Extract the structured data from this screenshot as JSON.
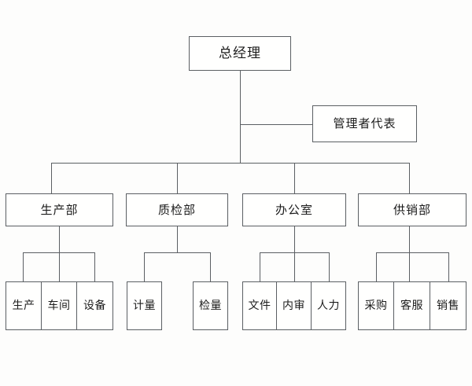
{
  "chart_data": {
    "type": "diagram",
    "title": "",
    "diagram_kind": "organizational-chart",
    "orientation": "top-down",
    "levels": 4,
    "nodes": [
      {
        "id": "gm",
        "label": "总经理",
        "level": 0,
        "parent": null
      },
      {
        "id": "mr",
        "label": "管理者代表",
        "level": 1,
        "parent": "gm"
      },
      {
        "id": "prod",
        "label": "生产部",
        "level": 2,
        "parent": "gm"
      },
      {
        "id": "qc",
        "label": "质检部",
        "level": 2,
        "parent": "gm"
      },
      {
        "id": "office",
        "label": "办公室",
        "level": 2,
        "parent": "gm"
      },
      {
        "id": "supply",
        "label": "供销部",
        "level": 2,
        "parent": "gm"
      },
      {
        "id": "prod-1",
        "label": "生产",
        "level": 3,
        "parent": "prod"
      },
      {
        "id": "prod-2",
        "label": "车间",
        "level": 3,
        "parent": "prod"
      },
      {
        "id": "prod-3",
        "label": "设备",
        "level": 3,
        "parent": "prod"
      },
      {
        "id": "qc-1",
        "label": "计量",
        "level": 3,
        "parent": "qc"
      },
      {
        "id": "qc-2",
        "label": "检量",
        "level": 3,
        "parent": "qc"
      },
      {
        "id": "office-1",
        "label": "文件",
        "level": 3,
        "parent": "office"
      },
      {
        "id": "office-2",
        "label": "内审",
        "level": 3,
        "parent": "office"
      },
      {
        "id": "office-3",
        "label": "人力",
        "level": 3,
        "parent": "office"
      },
      {
        "id": "supply-1",
        "label": "采购",
        "level": 3,
        "parent": "supply"
      },
      {
        "id": "supply-2",
        "label": "客服",
        "level": 3,
        "parent": "supply"
      },
      {
        "id": "supply-3",
        "label": "销售",
        "level": 3,
        "parent": "supply"
      }
    ],
    "colors": {
      "background": "#fdfdfc",
      "box_fill": "#fffffe",
      "line": "#5b5f63",
      "text": "#1c1c1c"
    }
  },
  "top": {
    "general_manager": "总经理",
    "management_representative": "管理者代表"
  },
  "departments": {
    "production": "生产部",
    "quality": "质检部",
    "office": "办公室",
    "supply": "供销部"
  },
  "units": {
    "production": [
      "生产",
      "车间",
      "设备"
    ],
    "quality": [
      "计量",
      "检量"
    ],
    "office": [
      "文件",
      "内审",
      "人力"
    ],
    "supply": [
      "采购",
      "客服",
      "销售"
    ]
  }
}
